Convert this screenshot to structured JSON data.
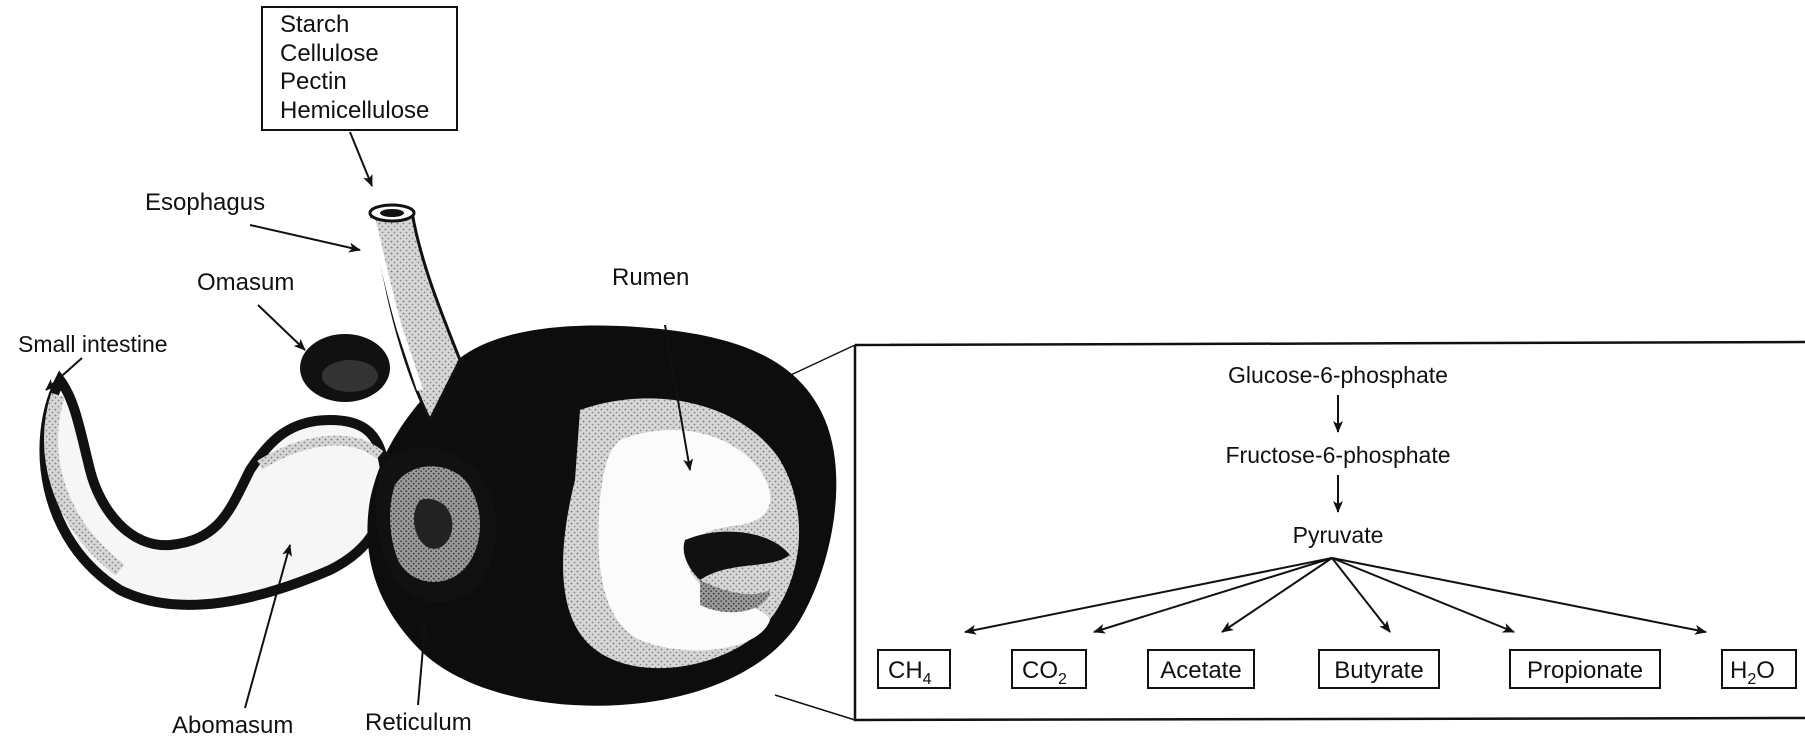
{
  "input_box": {
    "lines": [
      "Starch",
      "Cellulose",
      "Pectin",
      "Hemicellulose"
    ]
  },
  "organs": {
    "esophagus": "Esophagus",
    "omasum": "Omasum",
    "small_intestine": "Small intestine",
    "rumen": "Rumen",
    "abomasum": "Abomasum",
    "reticulum": "Reticulum"
  },
  "pathway": {
    "steps": [
      "Glucose-6-phosphate",
      "Fructose-6-phosphate",
      "Pyruvate"
    ],
    "products": [
      {
        "base": "CH",
        "sub": "4",
        "tail": ""
      },
      {
        "base": "CO",
        "sub": "2",
        "tail": ""
      },
      {
        "base": "Acetate",
        "sub": "",
        "tail": ""
      },
      {
        "base": "Butyrate",
        "sub": "",
        "tail": ""
      },
      {
        "base": "Propionate",
        "sub": "",
        "tail": ""
      },
      {
        "base": "H",
        "sub": "2",
        "tail": "O"
      }
    ]
  }
}
